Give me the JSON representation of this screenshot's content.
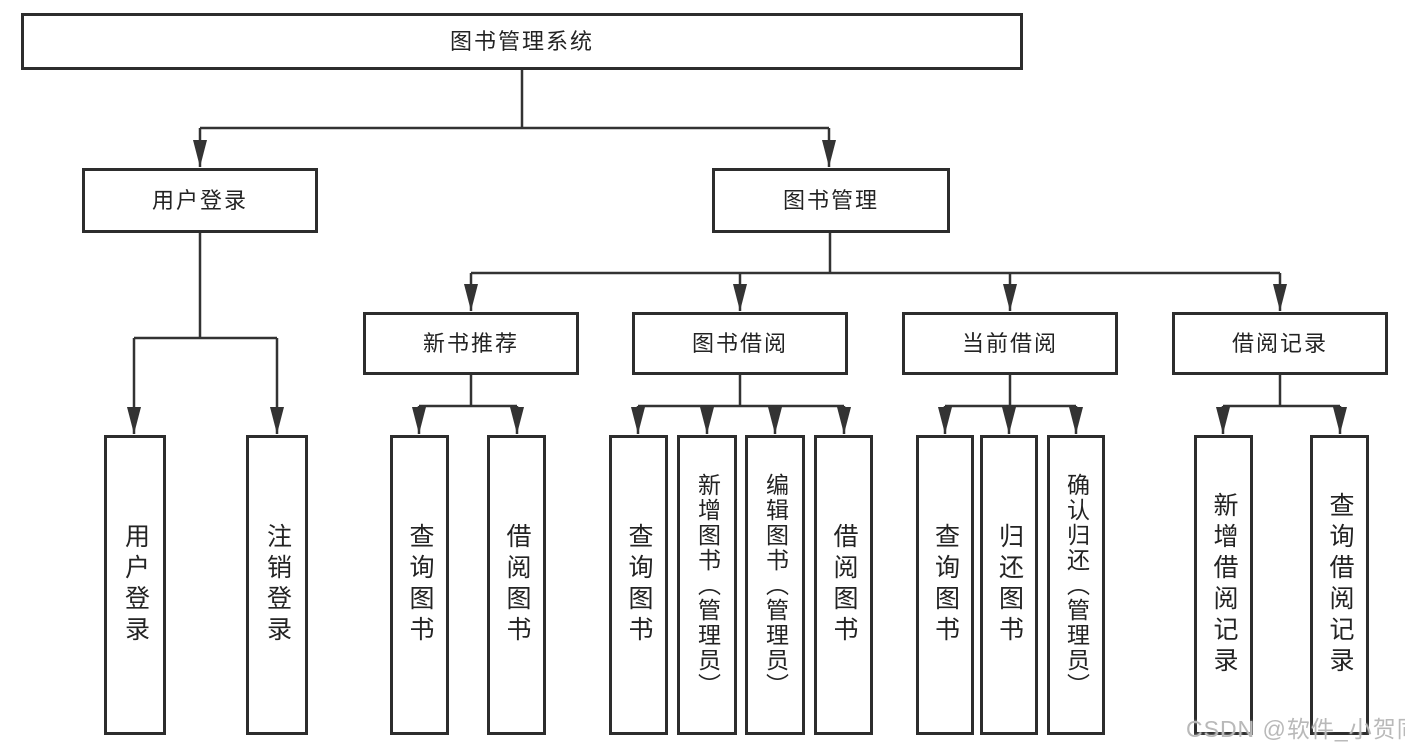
{
  "diagram": {
    "title": "图书管理系统",
    "type": "hierarchy-tree"
  },
  "nodes": {
    "root": {
      "label": "图书管理系统"
    },
    "level2": [
      {
        "label": "用户登录"
      },
      {
        "label": "图书管理"
      }
    ],
    "level3": [
      {
        "label": "新书推荐",
        "parent": "图书管理"
      },
      {
        "label": "图书借阅",
        "parent": "图书管理"
      },
      {
        "label": "当前借阅",
        "parent": "图书管理"
      },
      {
        "label": "借阅记录",
        "parent": "图书管理"
      }
    ],
    "leaves": [
      {
        "label": "用户登录",
        "parent": "用户登录"
      },
      {
        "label": "注销登录",
        "parent": "用户登录"
      },
      {
        "label": "查询图书",
        "parent": "新书推荐"
      },
      {
        "label": "借阅图书",
        "parent": "新书推荐"
      },
      {
        "label": "查询图书",
        "parent": "图书借阅"
      },
      {
        "label": "新增图书（管理员）",
        "parent": "图书借阅"
      },
      {
        "label": "编辑图书（管理员）",
        "parent": "图书借阅"
      },
      {
        "label": "借阅图书",
        "parent": "图书借阅"
      },
      {
        "label": "查询图书",
        "parent": "当前借阅"
      },
      {
        "label": "归还图书",
        "parent": "当前借阅"
      },
      {
        "label": "确认归还（管理员）",
        "parent": "当前借阅"
      },
      {
        "label": "新增借阅记录",
        "parent": "借阅记录"
      },
      {
        "label": "查询借阅记录",
        "parent": "借阅记录"
      }
    ]
  },
  "watermark": {
    "text": "CSDN @软件_小贺同学"
  },
  "colors": {
    "box_border": "#2d2d2d",
    "line": "#333333",
    "text": "#232323",
    "watermark": "#b9b9b9",
    "background": "#ffffff"
  }
}
